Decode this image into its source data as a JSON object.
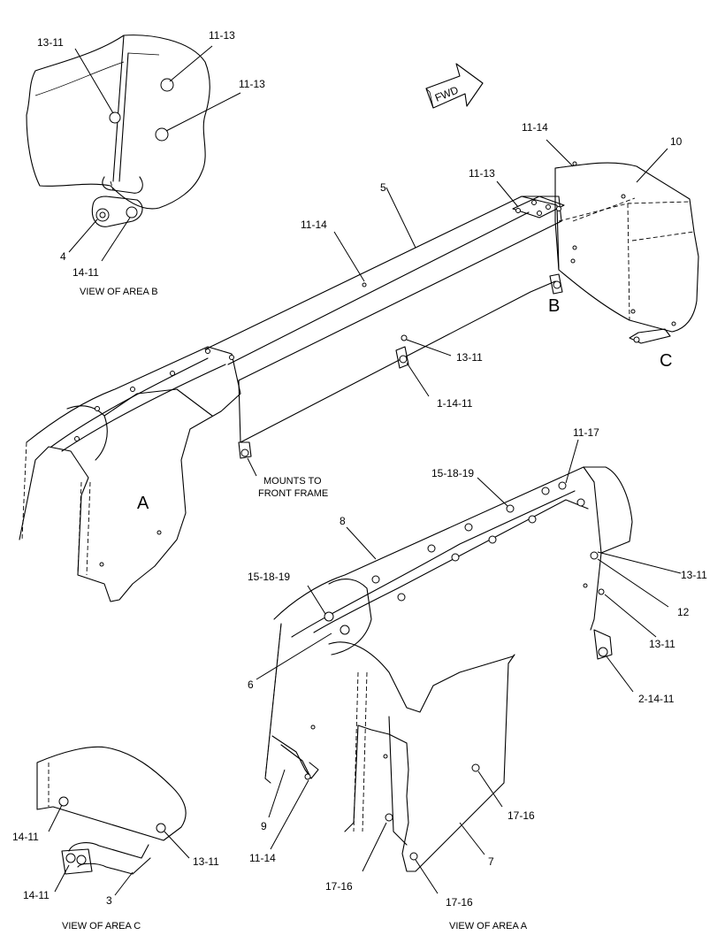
{
  "diagram": {
    "fwd_arrow": "FWD",
    "callouts": {
      "b_13_11": "13-11",
      "b_11_13_a": "11-13",
      "b_11_13_b": "11-13",
      "b_4": "4",
      "b_14_11": "14-11",
      "m_11_14_top": "11-14",
      "m_10": "10",
      "m_11_13": "11-13",
      "m_5": "5",
      "m_11_14_mid": "11-14",
      "m_B": "B",
      "m_C": "C",
      "m_13_11": "13-11",
      "m_1_14_11": "1-14-11",
      "m_A": "A",
      "a_11_17": "11-17",
      "a_15_18_19_top": "15-18-19",
      "a_8": "8",
      "a_15_18_19_left": "15-18-19",
      "a_13_11_right": "13-11",
      "a_12": "12",
      "a_13_11_lower": "13-11",
      "a_6": "6",
      "a_2_14_11": "2-14-11",
      "a_9": "9",
      "a_11_14": "11-14",
      "a_17_16_right": "17-16",
      "a_7": "7",
      "a_17_16_left": "17-16",
      "a_17_16_bottom": "17-16",
      "c_14_11_a": "14-11",
      "c_13_11": "13-11",
      "c_14_11_b": "14-11",
      "c_3": "3"
    },
    "notes": {
      "mounts_line1": "MOUNTS TO",
      "mounts_line2": "FRONT FRAME"
    },
    "captions": {
      "area_b": "VIEW OF AREA B",
      "area_c": "VIEW OF AREA C",
      "area_a": "VIEW OF AREA A"
    }
  }
}
